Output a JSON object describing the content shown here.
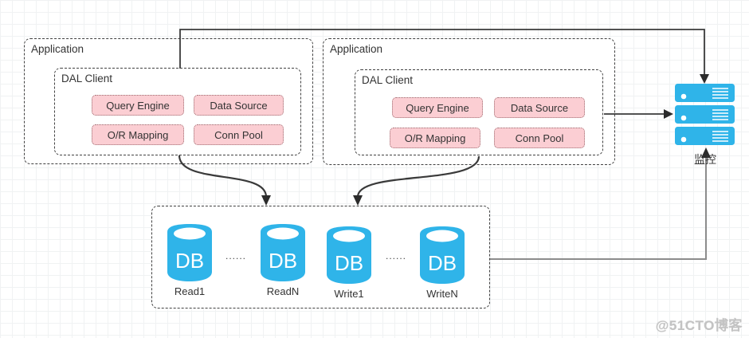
{
  "diagram": {
    "apps": [
      {
        "title": "Application",
        "dal": {
          "title": "DAL Client",
          "modules": [
            "Query Engine",
            "Data Source",
            "O/R Mapping",
            "Conn Pool"
          ]
        }
      },
      {
        "title": "Application",
        "dal": {
          "title": "DAL Client",
          "modules": [
            "Query Engine",
            "Data Source",
            "O/R Mapping",
            "Conn Pool"
          ]
        }
      }
    ],
    "db_cluster": {
      "db_text": "DB",
      "nodes": [
        "Read1",
        "ReadN",
        "Write1",
        "WriteN"
      ],
      "dots": "......"
    },
    "monitor": {
      "label": "监控"
    },
    "colors": {
      "node_blue": "#2fb4e9",
      "module_pink": "#fbced3",
      "line_dark": "#3a3a3a",
      "line_gray": "#8c8c8c",
      "text": "#333333"
    }
  },
  "watermark": "@51CTO博客"
}
